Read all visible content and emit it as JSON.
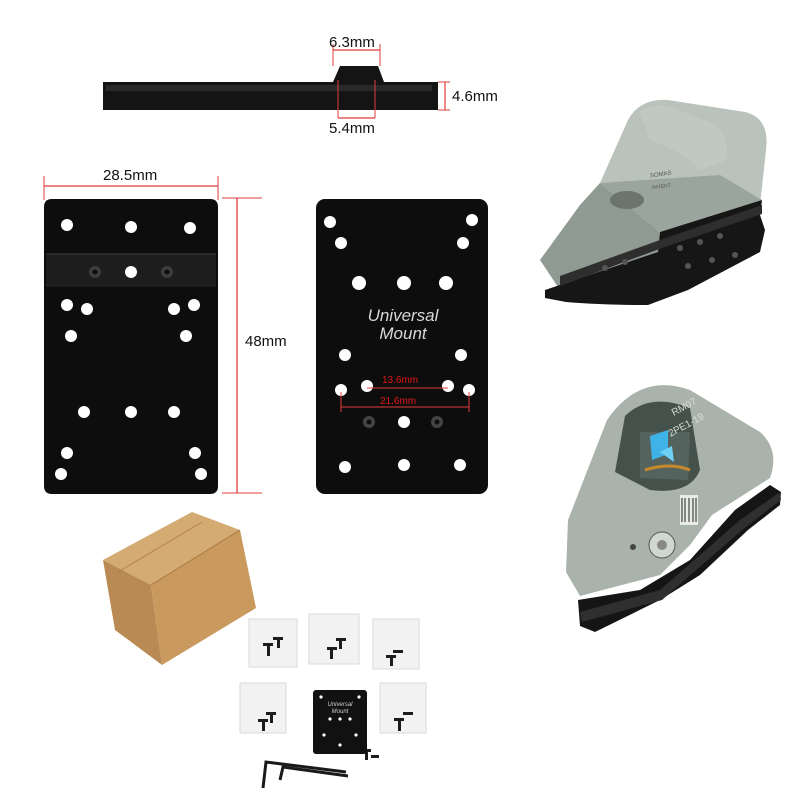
{
  "dimensions": {
    "top_width": "6.3mm",
    "bottom_width": "5.4mm",
    "thickness": "4.6mm",
    "plate_width": "28.5mm",
    "plate_height": "48mm",
    "inner_spacing": "13.6mm",
    "outer_spacing": "21.6mm"
  },
  "product": {
    "engraving_line1": "Universal",
    "engraving_line2": "Mount"
  },
  "sights": {
    "upper_markings": [
      "SOMAS",
      "PATENT"
    ],
    "lower_model_line1": "RM07",
    "lower_model_line2": "2PE1-19"
  },
  "colors": {
    "plate": "#0d0d0d",
    "hole": "#ffffff",
    "dimension_line": "#e23b3b",
    "sight_body": "#8f9a92",
    "box": "#c59a63"
  }
}
